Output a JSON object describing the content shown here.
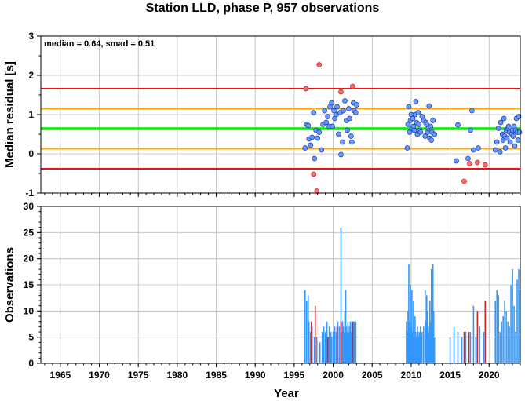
{
  "title": "Station LLD, phase P, 957 observations",
  "x_axis": {
    "label": "Year",
    "min": 1962.5,
    "max": 2024,
    "ticks": [
      1965,
      1970,
      1975,
      1980,
      1985,
      1990,
      1995,
      2000,
      2005,
      2010,
      2015,
      2020
    ]
  },
  "colors": {
    "inlier": "#6699ff",
    "outlier": "#ff6666",
    "bar_in": "#3399ff",
    "bar_out": "#dd2222",
    "median": "#00ee00",
    "smad": "#ffaa00",
    "limit": "#ee1111",
    "grid": "#bbbbbb"
  },
  "chart_data": [
    {
      "type": "scatter",
      "ylabel": "Median residual [s]",
      "ylim": [
        -1,
        3
      ],
      "yticks": [
        -1,
        0,
        1,
        2,
        3
      ],
      "annotation": "median = 0.64, smad = 0.51",
      "hlines": {
        "median": 0.64,
        "smad_band": [
          0.13,
          1.15
        ],
        "limits": [
          -0.38,
          1.66
        ]
      },
      "inliers": [
        [
          1996.4,
          0.15
        ],
        [
          1996.6,
          0.75
        ],
        [
          1996.8,
          0.72
        ],
        [
          1996.9,
          0.38
        ],
        [
          1997.1,
          0.22
        ],
        [
          1997.3,
          0.42
        ],
        [
          1997.5,
          1.05
        ],
        [
          1997.6,
          -0.12
        ],
        [
          1997.8,
          0.6
        ],
        [
          1998.0,
          0.4
        ],
        [
          1998.2,
          0.55
        ],
        [
          1998.5,
          0.1
        ],
        [
          1998.7,
          0.75
        ],
        [
          1998.9,
          1.1
        ],
        [
          1999.1,
          0.8
        ],
        [
          1999.3,
          0.95
        ],
        [
          1999.5,
          0.7
        ],
        [
          1999.6,
          1.2
        ],
        [
          1999.8,
          1.3
        ],
        [
          1999.9,
          0.7
        ],
        [
          2000.1,
          1.1
        ],
        [
          2000.2,
          0.9
        ],
        [
          2000.4,
          1.0
        ],
        [
          2000.5,
          1.2
        ],
        [
          2000.7,
          0.5
        ],
        [
          2000.9,
          1.05
        ],
        [
          2001.0,
          -0.02
        ],
        [
          2001.2,
          0.3
        ],
        [
          2001.3,
          1.1
        ],
        [
          2001.5,
          1.35
        ],
        [
          2001.7,
          0.85
        ],
        [
          2001.8,
          0.6
        ],
        [
          2002.0,
          1.15
        ],
        [
          2002.1,
          0.9
        ],
        [
          2002.3,
          0.45
        ],
        [
          2002.4,
          0.3
        ],
        [
          2002.6,
          1.3
        ],
        [
          2002.7,
          1.1
        ],
        [
          2002.9,
          1.05
        ],
        [
          2003.0,
          1.25
        ],
        [
          2009.5,
          0.15
        ],
        [
          2009.6,
          0.75
        ],
        [
          2009.7,
          1.2
        ],
        [
          2009.8,
          0.55
        ],
        [
          2009.9,
          0.85
        ],
        [
          2010.0,
          1.0
        ],
        [
          2010.1,
          0.65
        ],
        [
          2010.2,
          0.9
        ],
        [
          2010.3,
          0.7
        ],
        [
          2010.4,
          0.6
        ],
        [
          2010.5,
          1.0
        ],
        [
          2010.6,
          1.33
        ],
        [
          2010.7,
          0.8
        ],
        [
          2010.8,
          0.5
        ],
        [
          2010.9,
          1.05
        ],
        [
          2011.0,
          0.75
        ],
        [
          2011.1,
          0.6
        ],
        [
          2011.2,
          0.55
        ],
        [
          2011.4,
          0.95
        ],
        [
          2011.6,
          0.85
        ],
        [
          2011.8,
          0.45
        ],
        [
          2011.9,
          0.8
        ],
        [
          2012.0,
          0.75
        ],
        [
          2012.1,
          0.55
        ],
        [
          2012.2,
          0.65
        ],
        [
          2012.3,
          1.22
        ],
        [
          2012.4,
          0.4
        ],
        [
          2012.5,
          0.7
        ],
        [
          2012.6,
          0.35
        ],
        [
          2012.7,
          0.55
        ],
        [
          2012.8,
          0.85
        ],
        [
          2013.0,
          0.5
        ],
        [
          2015.8,
          -0.18
        ],
        [
          2016.0,
          0.74
        ],
        [
          2017.3,
          -0.12
        ],
        [
          2017.6,
          0.6
        ],
        [
          2017.8,
          1.1
        ],
        [
          2018.0,
          0.1
        ],
        [
          2018.6,
          0.15
        ],
        [
          2020.8,
          0.1
        ],
        [
          2021.0,
          0.3
        ],
        [
          2021.2,
          0.65
        ],
        [
          2021.4,
          0.05
        ],
        [
          2021.5,
          0.8
        ],
        [
          2021.7,
          0.5
        ],
        [
          2021.8,
          0.35
        ],
        [
          2021.9,
          0.9
        ],
        [
          2022.0,
          0.45
        ],
        [
          2022.1,
          0.15
        ],
        [
          2022.2,
          0.6
        ],
        [
          2022.3,
          0.4
        ],
        [
          2022.4,
          0.65
        ],
        [
          2022.5,
          0.7
        ],
        [
          2022.6,
          0.55
        ],
        [
          2022.7,
          0.3
        ],
        [
          2022.8,
          0.65
        ],
        [
          2022.9,
          0.5
        ],
        [
          2023.0,
          0.6
        ],
        [
          2023.1,
          0.45
        ],
        [
          2023.2,
          0.7
        ],
        [
          2023.3,
          0.2
        ],
        [
          2023.4,
          0.6
        ],
        [
          2023.5,
          0.9
        ],
        [
          2023.6,
          0.55
        ],
        [
          2023.7,
          0.35
        ],
        [
          2023.8,
          0.95
        ],
        [
          2023.9,
          0.55
        ]
      ],
      "outliers": [
        [
          1996.5,
          1.66
        ],
        [
          1997.5,
          -0.52
        ],
        [
          1997.9,
          -0.95
        ],
        [
          1998.2,
          2.27
        ],
        [
          2001.0,
          1.58
        ],
        [
          2002.5,
          1.72
        ],
        [
          2016.8,
          -0.7
        ],
        [
          2017.5,
          -0.25
        ],
        [
          2018.5,
          -0.22
        ],
        [
          2019.5,
          -0.28
        ]
      ]
    },
    {
      "type": "bar",
      "ylabel": "Observations",
      "ylim": [
        0,
        30
      ],
      "yticks": [
        0,
        5,
        10,
        15,
        20,
        25,
        30
      ],
      "bars_in": [
        [
          1996.4,
          14
        ],
        [
          1996.6,
          12
        ],
        [
          1996.8,
          13
        ],
        [
          1996.9,
          8
        ],
        [
          1997.1,
          6
        ],
        [
          1997.3,
          7
        ],
        [
          1997.6,
          5
        ],
        [
          1997.9,
          5
        ],
        [
          1998.3,
          4
        ],
        [
          1998.6,
          6
        ],
        [
          1998.8,
          7
        ],
        [
          1999.0,
          6
        ],
        [
          1999.2,
          8
        ],
        [
          1999.4,
          5
        ],
        [
          1999.5,
          7
        ],
        [
          1999.7,
          6
        ],
        [
          1999.8,
          5
        ],
        [
          2000.0,
          6
        ],
        [
          2000.2,
          7
        ],
        [
          2000.4,
          6
        ],
        [
          2000.6,
          8
        ],
        [
          2000.8,
          7
        ],
        [
          2001.0,
          26
        ],
        [
          2001.1,
          6
        ],
        [
          2001.2,
          8
        ],
        [
          2001.3,
          7
        ],
        [
          2001.4,
          6
        ],
        [
          2001.5,
          10
        ],
        [
          2001.6,
          14
        ],
        [
          2001.7,
          7
        ],
        [
          2001.8,
          6
        ],
        [
          2001.9,
          8
        ],
        [
          2002.0,
          6
        ],
        [
          2002.1,
          7
        ],
        [
          2002.2,
          8
        ],
        [
          2002.3,
          6
        ],
        [
          2002.4,
          8
        ],
        [
          2002.6,
          8
        ],
        [
          2002.7,
          8
        ],
        [
          2002.9,
          8
        ],
        [
          2009.4,
          8
        ],
        [
          2009.5,
          6
        ],
        [
          2009.6,
          10
        ],
        [
          2009.7,
          19
        ],
        [
          2009.8,
          8
        ],
        [
          2009.9,
          15
        ],
        [
          2010.0,
          7
        ],
        [
          2010.1,
          14
        ],
        [
          2010.2,
          6
        ],
        [
          2010.3,
          12
        ],
        [
          2010.4,
          5
        ],
        [
          2010.5,
          9
        ],
        [
          2010.6,
          6
        ],
        [
          2010.7,
          5
        ],
        [
          2010.8,
          7
        ],
        [
          2010.9,
          6
        ],
        [
          2011.0,
          5
        ],
        [
          2011.1,
          6
        ],
        [
          2011.2,
          7
        ],
        [
          2011.3,
          5
        ],
        [
          2011.4,
          6
        ],
        [
          2011.6,
          7
        ],
        [
          2011.8,
          14
        ],
        [
          2011.9,
          8
        ],
        [
          2012.0,
          13
        ],
        [
          2012.1,
          10
        ],
        [
          2012.2,
          7
        ],
        [
          2012.3,
          6
        ],
        [
          2012.4,
          12
        ],
        [
          2012.5,
          8
        ],
        [
          2012.6,
          18
        ],
        [
          2012.7,
          7
        ],
        [
          2012.8,
          19
        ],
        [
          2012.9,
          10
        ],
        [
          2013.0,
          5
        ],
        [
          2015.0,
          5
        ],
        [
          2015.5,
          7
        ],
        [
          2016.0,
          6
        ],
        [
          2016.5,
          5
        ],
        [
          2017.0,
          6
        ],
        [
          2017.6,
          6
        ],
        [
          2018.0,
          11
        ],
        [
          2018.3,
          5
        ],
        [
          2018.8,
          7
        ],
        [
          2019.3,
          6
        ],
        [
          2020.8,
          12
        ],
        [
          2021.0,
          14
        ],
        [
          2021.2,
          13
        ],
        [
          2021.4,
          6
        ],
        [
          2021.6,
          8
        ],
        [
          2021.8,
          9
        ],
        [
          2022.0,
          12
        ],
        [
          2022.2,
          10
        ],
        [
          2022.4,
          8
        ],
        [
          2022.6,
          7
        ],
        [
          2022.8,
          15
        ],
        [
          2023.0,
          18
        ],
        [
          2023.2,
          11
        ],
        [
          2023.4,
          6
        ],
        [
          2023.6,
          16
        ],
        [
          2023.8,
          18
        ],
        [
          2023.95,
          14
        ]
      ],
      "bars_out": [
        [
          1997.2,
          8
        ],
        [
          1997.7,
          11
        ],
        [
          1999.3,
          5
        ],
        [
          2000.5,
          7
        ],
        [
          2001.0,
          8
        ],
        [
          2002.5,
          8
        ],
        [
          2016.8,
          6
        ],
        [
          2017.4,
          6
        ],
        [
          2018.5,
          10
        ],
        [
          2019.5,
          12
        ]
      ]
    }
  ]
}
